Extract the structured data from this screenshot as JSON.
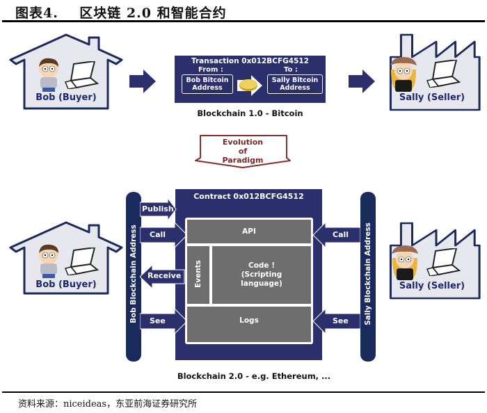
{
  "figure": {
    "title": "图表4.    区块链 2.0 和智能合约",
    "source": "资料来源：niceideas，东亚前海证券研究所"
  },
  "blockchain1": {
    "buyer_label": "Bob (Buyer)",
    "seller_label": "Sally (Seller)",
    "transaction_title": "Transaction 0x012BCFG4512",
    "from_label": "From :",
    "to_label": "To :",
    "from_address": [
      "Bob Bitcoin",
      "Address"
    ],
    "to_address": [
      "Sally Bitcoin",
      "Address"
    ],
    "caption": "Blockchain 1.0 - Bitcoin"
  },
  "evolution": {
    "lines": [
      "Evolution",
      "of",
      "Paradigm"
    ]
  },
  "blockchain2": {
    "buyer_label": "Bob (Buyer)",
    "seller_label": "Sally (Seller)",
    "bob_bar_label": "Bob Blockchain Address",
    "sally_bar_label": "Sally Blockchain Address",
    "contract_title": "Contract 0x012BCFG4512",
    "bob_arrows": [
      "Publish",
      "Call",
      "Receive",
      "See"
    ],
    "sally_arrows": [
      "Call",
      "See"
    ],
    "api_label": "API",
    "events_label": "Events",
    "code_lines": [
      "Code !",
      "(Scripting",
      "language)"
    ],
    "logs_label": "Logs",
    "caption": "Blockchain 2.0 - e.g. Ethereum, ..."
  },
  "colors": {
    "navy": "#2b2f6b",
    "bar_navy": "#1a2a5a",
    "grey": "#6e6e6e",
    "evolution_red": "#8b2a2a",
    "building_fill": "#e6e8ee",
    "building_stroke": "#1a2a5a",
    "label_blue": "#1d2670"
  }
}
